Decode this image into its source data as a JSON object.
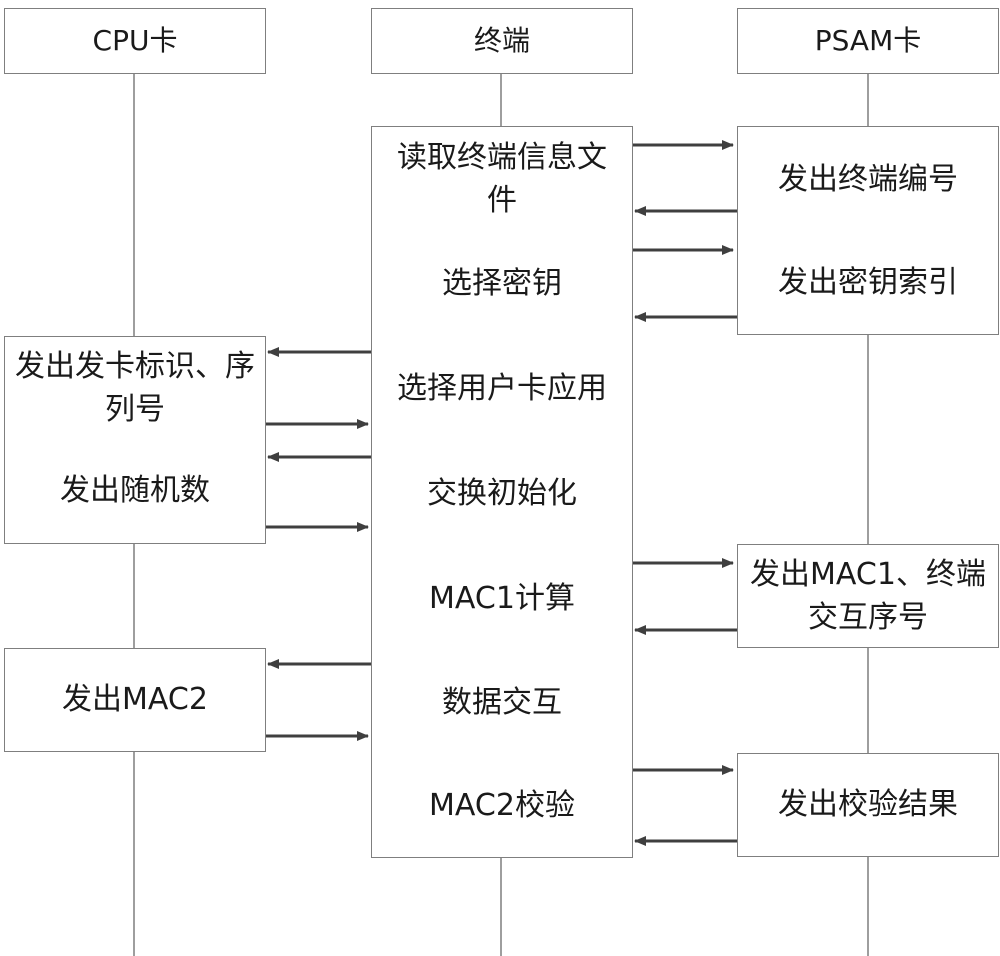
{
  "lanes": {
    "cpu": "CPU卡",
    "terminal": "终端",
    "psam": "PSAM卡"
  },
  "terminal_steps": [
    "读取终端信息文件",
    "选择密钥",
    "选择用户卡应用",
    "交换初始化",
    "MAC1计算",
    "数据交互",
    "MAC2校验"
  ],
  "cpu_steps": [
    "发出发卡标识、序列号",
    "发出随机数",
    "发出MAC2"
  ],
  "psam_steps": [
    "发出终端编号",
    "发出密钥索引",
    "发出MAC1、终端交互序号",
    "发出校验结果"
  ],
  "colors": {
    "line": "#7f7f7f",
    "arrow": "#3f3f3f"
  }
}
